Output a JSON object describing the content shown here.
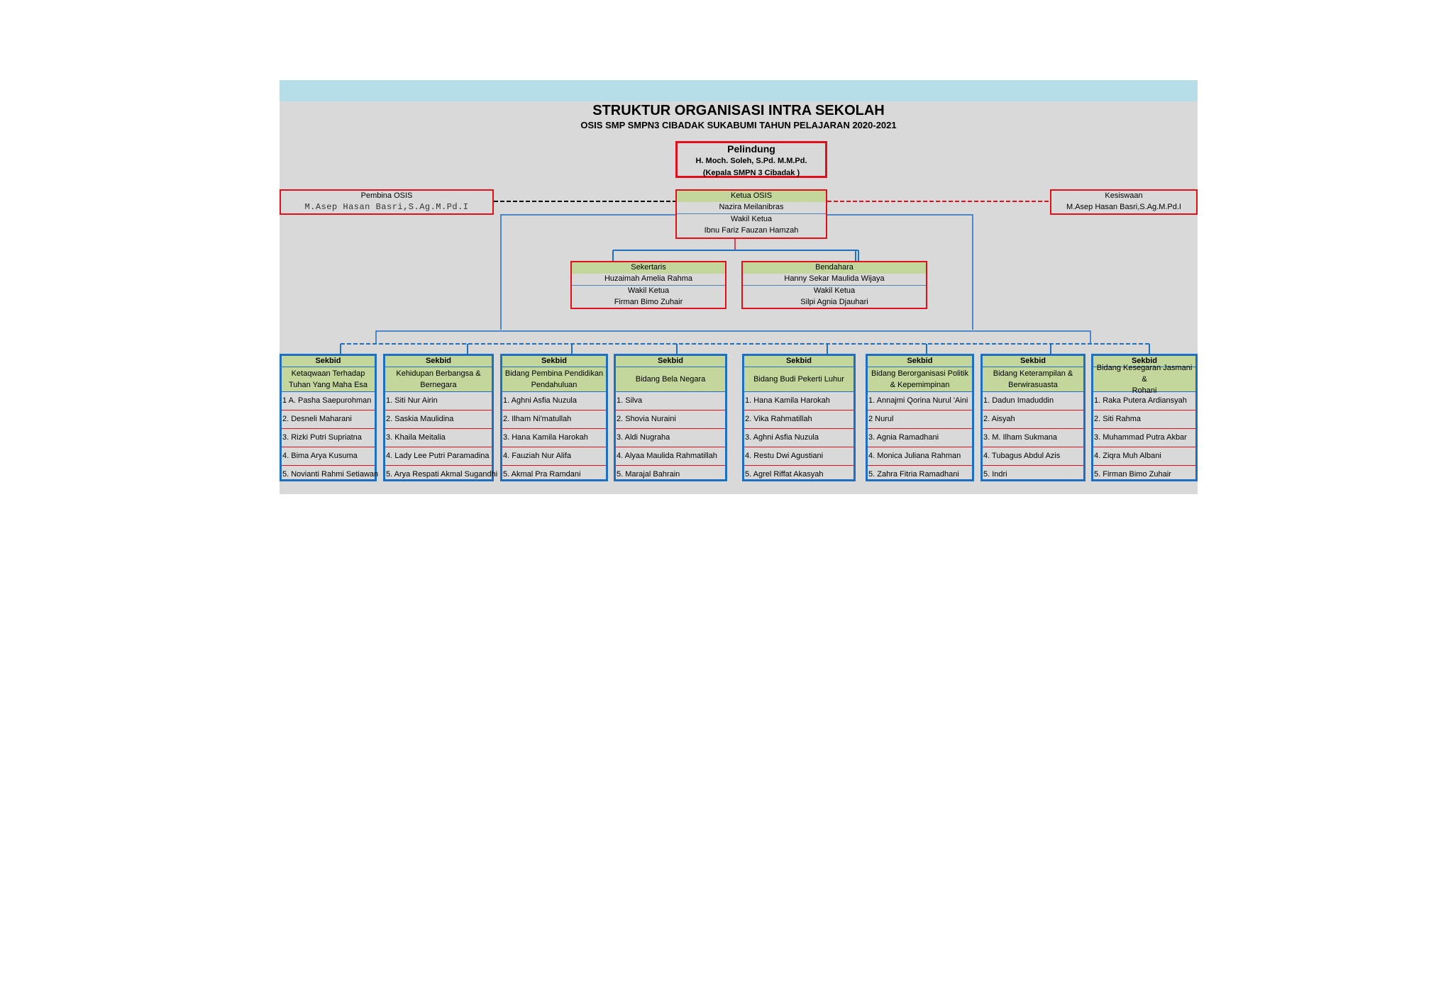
{
  "header": {
    "title": "STRUKTUR ORGANISASI INTRA SEKOLAH",
    "subtitle": "OSIS SMP SMPN3 CIBADAK SUKABUMI TAHUN PELAJARAN 2020-2021"
  },
  "pelindung": {
    "role": "Pelindung",
    "name": "H. Moch. Soleh, S.Pd. M.M.Pd.",
    "note": "(Kepala SMPN 3 Cibadak )"
  },
  "pembina": {
    "role": "Pembina OSIS",
    "name": "M.Asep Hasan Basri,S.Ag.M.Pd.I"
  },
  "kesiswaan": {
    "role": "Kesiswaan",
    "name": "M.Asep Hasan Basri,S.Ag.M.Pd.I"
  },
  "ketua": {
    "role": "Ketua OSIS",
    "name": "Nazira Meilanibras",
    "deputy_role": "Wakil Ketua",
    "deputy_name": "Ibnu Fariz Fauzan Hamzah"
  },
  "sekertaris": {
    "role": "Sekertaris",
    "name": "Huzaimah Amelia Rahma",
    "deputy_role": "Wakil Ketua",
    "deputy_name": "Firman Bimo Zuhair"
  },
  "bendahara": {
    "role": "Bendahara",
    "name": "Hanny Sekar Maulida Wijaya",
    "deputy_role": "Wakil Ketua",
    "deputy_name": "Silpi Agnia Djauhari"
  },
  "sekbid": [
    {
      "label": "Sekbid",
      "name_line1": "Ketaqwaan Terhadap",
      "name_line2": "Tuhan Yang Maha Esa",
      "members": [
        "1 A. Pasha Saepurohman",
        "2. Desneli Maharani",
        "3. Rizki Putri Supriatna",
        "4. Bima Arya Kusuma",
        "5. Novianti Rahmi Setiawan"
      ]
    },
    {
      "label": "Sekbid",
      "name_line1": "Kehidupan Berbangsa &",
      "name_line2": "Bernegara",
      "members": [
        "1. Siti Nur Airin",
        "2. Saskia Maulidina",
        "3. Khaila Meitalia",
        "4. Lady Lee Putri Paramadina",
        "5. Arya Respati Akmal Sugandhi"
      ]
    },
    {
      "label": "Sekbid",
      "name_line1": "Bidang Pembina Pendidikan",
      "name_line2": "Pendahuluan",
      "members": [
        "1. Aghni Asfia Nuzula",
        "2. Ilham Ni'matullah",
        "3. Hana Kamila Harokah",
        "4. Fauziah Nur Alifa",
        "5. Akmal Pra Ramdani"
      ]
    },
    {
      "label": "Sekbid",
      "name_line1": "Bidang Bela Negara",
      "name_line2": "",
      "members": [
        "1. Silva",
        "2. Shovia Nuraini",
        "3. Aldi Nugraha",
        "4. Alyaa Maulida Rahmatillah",
        "5. Marajal Bahrain"
      ]
    },
    {
      "label": "Sekbid",
      "name_line1": "Bidang Budi Pekerti Luhur",
      "name_line2": "",
      "members": [
        "1. Hana Kamila Harokah",
        "2. Vika Rahmatillah",
        "3. Aghni Asfia Nuzula",
        "4. Restu Dwi Agustiani",
        "5. Agrel Riffat Akasyah"
      ]
    },
    {
      "label": "Sekbid",
      "name_line1": "Bidang Berorganisasi Politik",
      "name_line2": "& Kepemimpinan",
      "members": [
        "1. Annajmi Qorina Nurul 'Aini",
        "2 Nurul",
        "3. Agnia Ramadhani",
        "4. Monica Juliana Rahman",
        "5. Zahra Fitria Ramadhani"
      ]
    },
    {
      "label": "Sekbid",
      "name_line1": "Bidang Keterampilan &",
      "name_line2": "Berwirasuasta",
      "members": [
        "1. Dadun Imaduddin",
        "2. Aisyah",
        "3. M. Ilham Sukmana",
        "4. Tubagus Abdul Azis",
        "5. Indri"
      ]
    },
    {
      "label": "Sekbid",
      "name_line1": "Bidang Kesegaran Jasmani &",
      "name_line2": "Rohani",
      "members": [
        "1. Raka Putera Ardiansyah",
        "2. Siti Rahma",
        "3. Muhammad Putra Akbar",
        "4. Ziqra Muh Albani",
        "5. Firman Bimo Zuhair"
      ]
    }
  ],
  "colors": {
    "box_border": "#e0101a",
    "sekbid_border": "#1f6fc0",
    "header_fill": "#c3d69b",
    "background": "#d9d9d9",
    "top_band": "#b7dde8"
  }
}
